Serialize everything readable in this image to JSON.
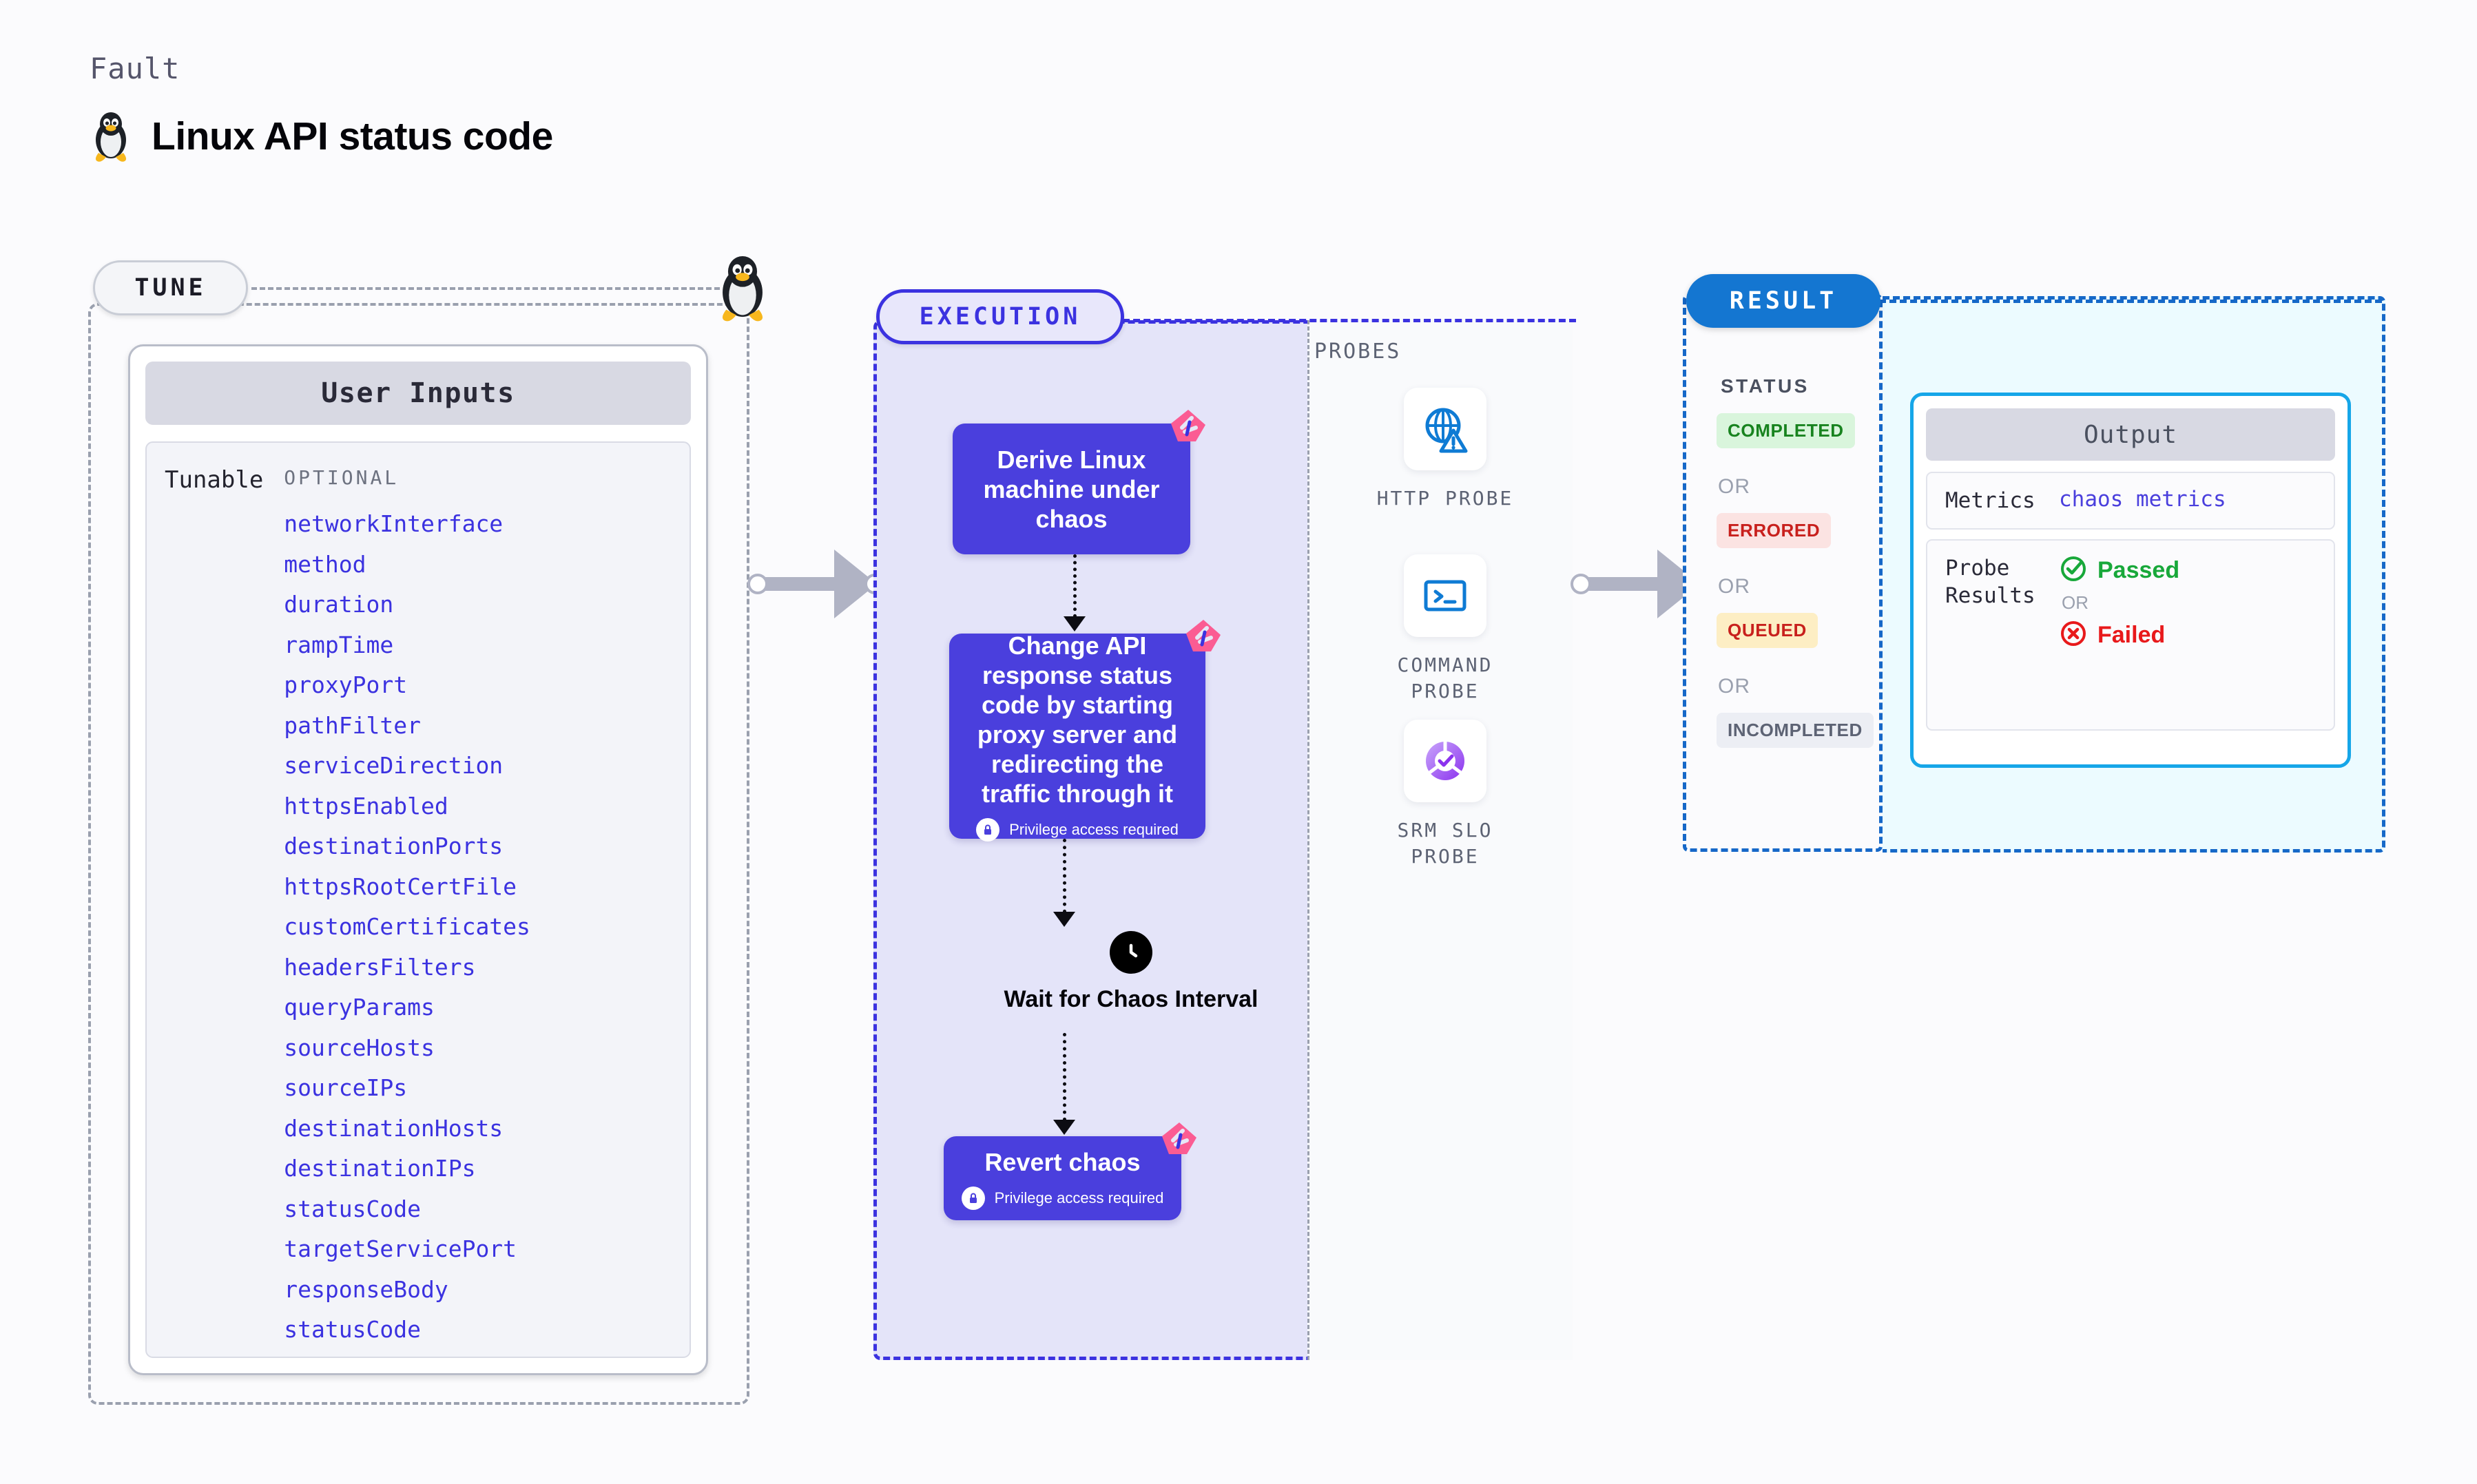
{
  "header": {
    "kicker": "Fault",
    "title": "Linux API status code",
    "icon": "linux-penguin-icon"
  },
  "tune": {
    "pill_label": "TUNE",
    "marker_icon": "linux-penguin-icon",
    "card": {
      "header": "User Inputs",
      "tunable_label": "Tunable",
      "optional_label": "OPTIONAL",
      "params": [
        "networkInterface",
        "method",
        "duration",
        "rampTime",
        "proxyPort",
        "pathFilter",
        "serviceDirection",
        "httpsEnabled",
        "destinationPorts",
        "httpsRootCertFile",
        "customCertificates",
        "headersFilters",
        "queryParams",
        "sourceHosts",
        "sourceIPs",
        "destinationHosts",
        "destinationIPs",
        "statusCode",
        "targetServicePort",
        "responseBody",
        "statusCode"
      ]
    }
  },
  "execution": {
    "pill_label": "EXECUTION",
    "steps": [
      {
        "title": "Derive Linux machine under chaos",
        "privilege": null,
        "badge_icon": "litmus-chaos-badge-icon"
      },
      {
        "title": "Change API response status code by starting proxy server and redirecting the traffic through it",
        "privilege": "Privilege access required",
        "badge_icon": "litmus-chaos-badge-icon"
      },
      {
        "title": "Revert chaos",
        "privilege": "Privilege access required",
        "badge_icon": "litmus-chaos-badge-icon"
      }
    ],
    "wait_node": {
      "label": "Wait for Chaos Interval",
      "icon": "clock-icon"
    }
  },
  "probes": {
    "section_label": "PROBES",
    "items": [
      {
        "caption": "HTTP PROBE",
        "icon": "globe-warning-icon"
      },
      {
        "caption": "COMMAND\nPROBE",
        "icon": "terminal-icon"
      },
      {
        "caption": "SRM SLO\nPROBE",
        "icon": "slo-donut-check-icon"
      }
    ]
  },
  "result": {
    "pill_label": "RESULT",
    "status_label": "STATUS",
    "or_label": "OR",
    "statuses": [
      {
        "label": "COMPLETED",
        "fg": "#18831f",
        "bg": "#d9f5dc"
      },
      {
        "label": "ERRORED",
        "fg": "#c8201d",
        "bg": "#fbe3e2"
      },
      {
        "label": "QUEUED",
        "fg": "#c8201d",
        "bg": "#fdeec4"
      },
      {
        "label": "INCOMPLETED",
        "fg": "#5d6374",
        "bg": "#eceef4"
      }
    ],
    "output": {
      "header": "Output",
      "metrics_key": "Metrics",
      "metrics_value": "chaos metrics",
      "probe_results_key": "Probe\nResults",
      "passed_label": "Passed",
      "failed_label": "Failed",
      "or_label": "OR",
      "passed_icon": "check-circle-icon",
      "failed_icon": "x-circle-icon"
    }
  },
  "colors": {
    "accent_purple": "#4a3fdd",
    "param_blue": "#3b32e0",
    "result_blue": "#1476d1",
    "output_cyan": "#16a6e8",
    "chaos_pink": "#fb5c93",
    "pass_green": "#18a83a",
    "fail_red": "#e8191b"
  }
}
